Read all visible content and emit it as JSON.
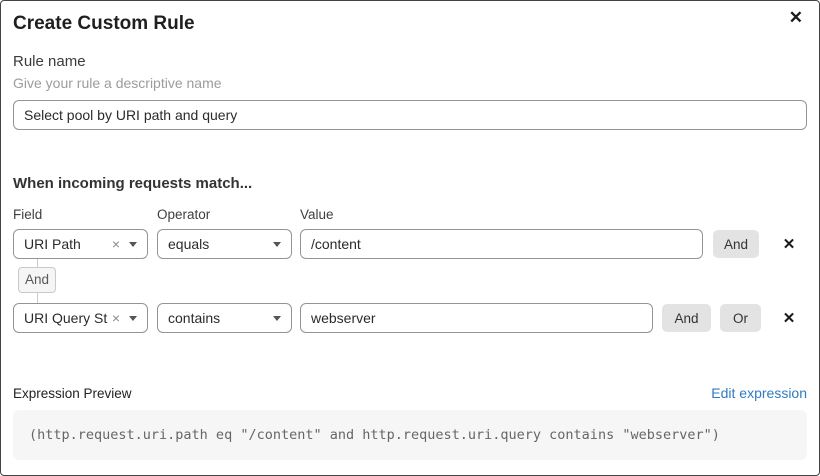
{
  "dialog": {
    "title": "Create Custom Rule",
    "close_icon": "✕"
  },
  "rule_name": {
    "label": "Rule name",
    "help": "Give your rule a descriptive name",
    "value": "Select pool by URI path and query"
  },
  "matcher": {
    "heading": "When incoming requests match...",
    "columns": {
      "field": "Field",
      "operator": "Operator",
      "value": "Value"
    },
    "connector": "And",
    "rows": [
      {
        "field": "URI Path",
        "operator": "equals",
        "value": "/content",
        "and": "And",
        "clear_icon": "×",
        "remove_icon": "✕"
      },
      {
        "field": "URI Query St...",
        "operator": "contains",
        "value": "webserver",
        "and": "And",
        "or": "Or",
        "clear_icon": "×",
        "remove_icon": "✕"
      }
    ]
  },
  "expression": {
    "label": "Expression Preview",
    "edit_link": "Edit expression",
    "preview": "(http.request.uri.path eq \"/content\" and http.request.uri.query contains \"webserver\")"
  },
  "colors": {
    "link_blue": "#2f7bbf",
    "button_gray": "#e3e3e3",
    "input_border": "#949494",
    "preview_bg": "#f6f6f6",
    "connector_border": "#c9c9c9",
    "dialog_border": "#444444"
  }
}
